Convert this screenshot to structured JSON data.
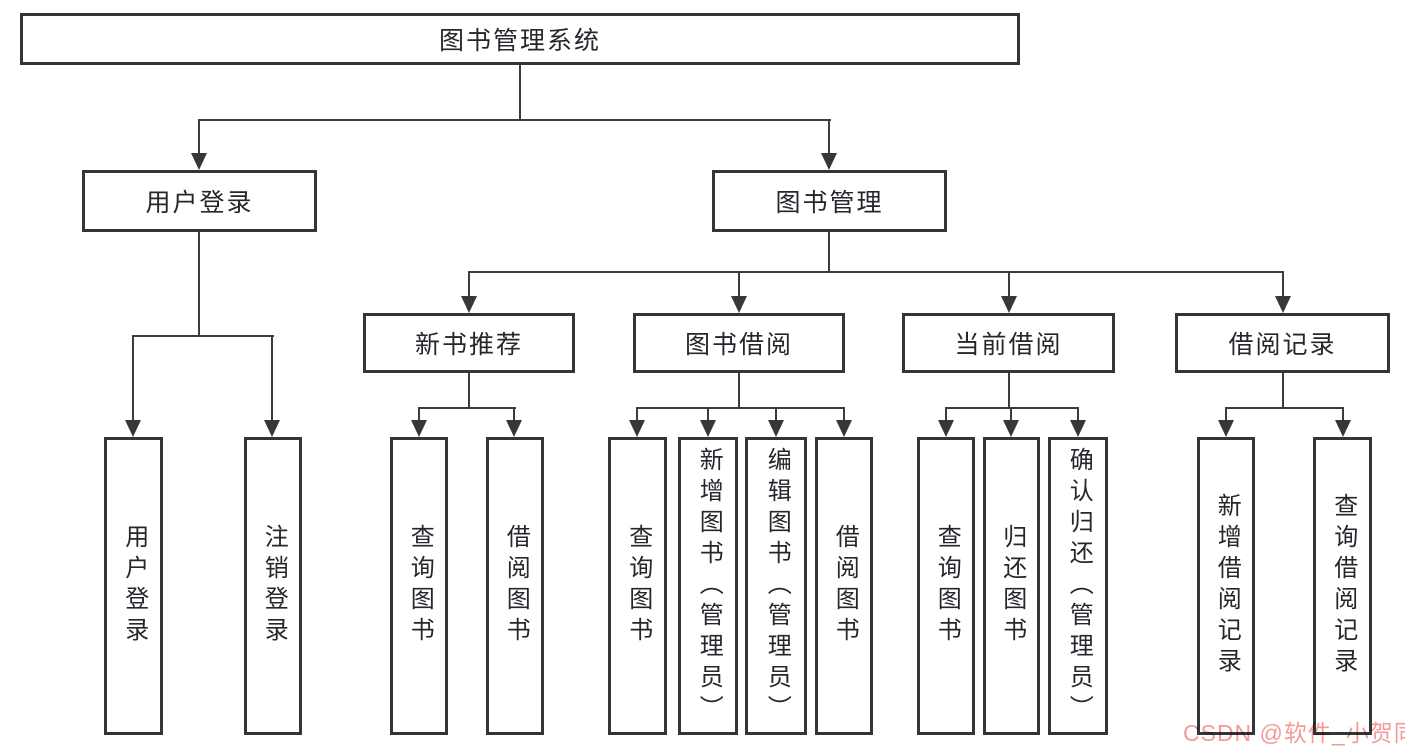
{
  "diagram": {
    "title": "图书管理系统",
    "type": "hierarchy-tree",
    "colors": {
      "line": "#3a3d40",
      "box_border": "#333639",
      "box_fill": "#ffffff",
      "text": "#24272b",
      "watermark": "#f49a9a",
      "background": "#ffffff"
    },
    "watermark": "CSDN @软件_小贺同学",
    "nodes": {
      "root": {
        "label": "图书管理系统",
        "level": 1
      },
      "user_login": {
        "label": "用户登录",
        "level": 2,
        "parent": "root"
      },
      "book_mgmt": {
        "label": "图书管理",
        "level": 2,
        "parent": "root"
      },
      "new_book_rec": {
        "label": "新书推荐",
        "level": 3,
        "parent": "book_mgmt"
      },
      "book_borrow": {
        "label": "图书借阅",
        "level": 3,
        "parent": "book_mgmt"
      },
      "current_borrow": {
        "label": "当前借阅",
        "level": 3,
        "parent": "book_mgmt"
      },
      "borrow_record": {
        "label": "借阅记录",
        "level": 3,
        "parent": "book_mgmt"
      },
      "leaf_user_login": {
        "label": "用户登录",
        "level": 4,
        "parent": "user_login"
      },
      "leaf_logout": {
        "label": "注销登录",
        "level": 4,
        "parent": "user_login"
      },
      "leaf_query_book_1": {
        "label": "查询图书",
        "level": 4,
        "parent": "new_book_rec"
      },
      "leaf_borrow_book_1": {
        "label": "借阅图书",
        "level": 4,
        "parent": "new_book_rec"
      },
      "leaf_query_book_2": {
        "label": "查询图书",
        "level": 4,
        "parent": "book_borrow"
      },
      "leaf_add_book": {
        "label": "新增图书（管理员）",
        "level": 4,
        "parent": "book_borrow"
      },
      "leaf_edit_book": {
        "label": "编辑图书（管理员）",
        "level": 4,
        "parent": "book_borrow"
      },
      "leaf_borrow_book_2": {
        "label": "借阅图书",
        "level": 4,
        "parent": "book_borrow"
      },
      "leaf_query_book_3": {
        "label": "查询图书",
        "level": 4,
        "parent": "current_borrow"
      },
      "leaf_return_book": {
        "label": "归还图书",
        "level": 4,
        "parent": "current_borrow"
      },
      "leaf_confirm_return": {
        "label": "确认归还（管理员）",
        "level": 4,
        "parent": "current_borrow"
      },
      "leaf_add_record": {
        "label": "新增借阅记录",
        "level": 4,
        "parent": "borrow_record"
      },
      "leaf_query_record": {
        "label": "查询借阅记录",
        "level": 4,
        "parent": "borrow_record"
      }
    }
  }
}
